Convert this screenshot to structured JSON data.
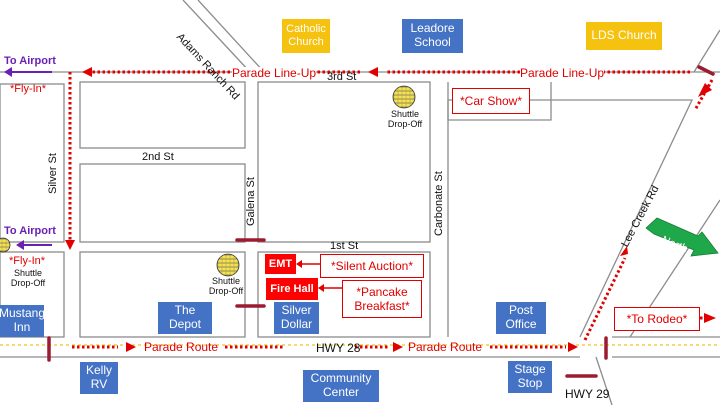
{
  "landmarks": {
    "catholic_church": "Catholic Church",
    "leadore_school": "Leadore School",
    "lds_church": "LDS Church",
    "mustang_inn": "Mustang Inn",
    "the_depot": "The Depot",
    "silver_dollar": "Silver Dollar",
    "post_office": "Post Office",
    "kelly_rv": "Kelly RV",
    "community_center": "Community Center",
    "stage_stop": "Stage Stop"
  },
  "streets": {
    "adams_ranch_rd": "Adams Ranch Rd",
    "third_st": "3rd St",
    "second_st": "2nd St",
    "first_st": "1st St",
    "silver_st": "Silver St",
    "galena_st": "Galena St",
    "carbonate_st": "Carbonate St",
    "lee_creek_rd": "Lee Creek Rd",
    "hwy_28": "HWY 28",
    "hwy_29": "HWY 29"
  },
  "route_labels": {
    "parade_line_up_left": "Parade Line-Up",
    "parade_line_up_right": "Parade Line-Up",
    "parade_route_left": "Parade Route",
    "parade_route_right": "Parade Route"
  },
  "events": {
    "car_show": "*Car Show*",
    "silent_auction": "*Silent Auction*",
    "pancake_breakfast": "*Pancake Breakfast*",
    "to_rodeo": "*To Rodeo*",
    "fly_in_top": "*Fly-In*",
    "fly_in_bottom": "*Fly-In*"
  },
  "services": {
    "emt": "EMT",
    "fire_hall": "Fire Hall"
  },
  "shuttle": {
    "top": "Shuttle Drop-Off",
    "middle": "Shuttle Drop-Off",
    "left": "Shuttle Drop-Off"
  },
  "airport": {
    "top": "To Airport",
    "bottom": "To Airport"
  },
  "north": "North",
  "colors": {
    "landmark_blue": "#4472c4",
    "church_gold": "#f5c20f",
    "event_red": "#ff0000",
    "route_red": "#e00000",
    "airport_purple": "#6a1fb5",
    "north_green": "#1fa84a",
    "road_gray": "#8c8c8c",
    "barrier_maroon": "#9b1b30"
  }
}
